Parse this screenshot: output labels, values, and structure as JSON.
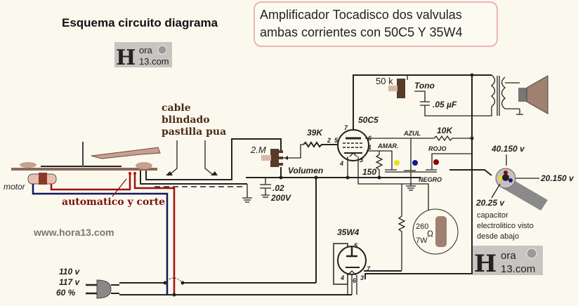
{
  "title": "Esquema circuito diagrama",
  "header_box": {
    "line1": "Amplificador Tocadisco dos valvulas",
    "line2": "ambas corrientes con 50C5 Y 35W4",
    "border_color": "#e8a0a0"
  },
  "logo": {
    "text_h": "H",
    "text_ora": "ora",
    "text_com": "13.com"
  },
  "website": "www.hora13.com",
  "turntable": {
    "motor_label": "motor",
    "switch_label": "automatico y corte"
  },
  "cable_label": [
    "cable",
    "blindado",
    "pastilla pua"
  ],
  "components": {
    "volume_pot": {
      "value": "2.M",
      "name": "Volumen"
    },
    "grid_resistor": "39K",
    "coupling_cap": {
      "value": ".02",
      "voltage": "200V"
    },
    "output_tube": "50C5",
    "tone_pot": {
      "value": "50 k",
      "name": "Tono"
    },
    "tone_cap": ".05 µF",
    "filter_resistor": "10K",
    "cathode_resistor": "150",
    "rectifier_tube": "35W4",
    "dropping_resistor": {
      "value": "260",
      "unit": "Ω",
      "power": "7W"
    }
  },
  "pins_50c5": [
    "7",
    "6",
    "5",
    "2",
    "1",
    "4",
    "3"
  ],
  "pins_35w4": [
    "5",
    "7",
    "4",
    "6",
    "3"
  ],
  "wire_colors": {
    "azul": "AZUL",
    "amar": "AMAR.",
    "rojo": "ROJO",
    "negro": "NEGRO",
    "yellow": "#f0e010",
    "blue": "#101890",
    "red": "#900000"
  },
  "capacitor": {
    "v1": "40.150 v",
    "v2": "20.150 v",
    "v3": "20.25 v",
    "caption": [
      "capacitor",
      "electrolitico visto",
      "desde abajo"
    ]
  },
  "mains": [
    "110 v",
    "117 v",
    "60 %"
  ]
}
